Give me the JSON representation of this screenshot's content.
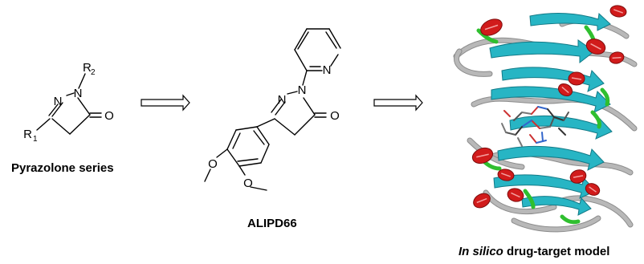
{
  "series": {
    "caption": "Pyrazolone series",
    "atoms": {
      "n1": "N",
      "n2": "N",
      "o": "O",
      "r1_letter": "R",
      "r1_sub": "1",
      "r2_letter": "R",
      "r2_sub": "2"
    }
  },
  "compound": {
    "caption": "ALIPD66",
    "atoms": {
      "n_ring1": "N",
      "n_ring2": "N",
      "o": "O",
      "n_pyridine": "N",
      "o_methoxy1": "O",
      "o_methoxy2": "O"
    }
  },
  "model": {
    "caption_italic": "In silico",
    "caption_rest": " drug-target model"
  },
  "colors": {
    "helix": "#d11b1b",
    "sheet": "#27b5c4",
    "turn": "#2fbf2f",
    "coil": "#b8b8b8"
  }
}
